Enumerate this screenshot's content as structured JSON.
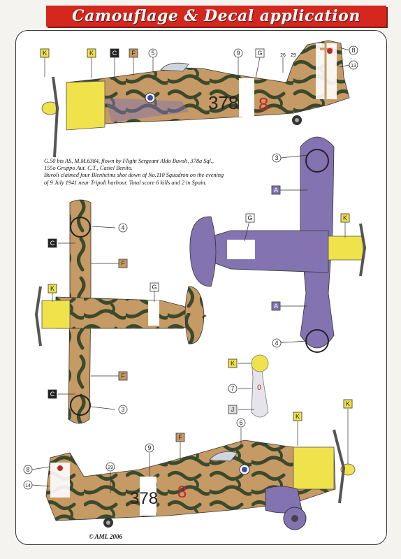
{
  "title": "Camouflage & Decal application",
  "caption": [
    "G.50 bis AS, M.M.6384, flown by Flight Sergeant Aldo Buvoli, 378a Sql.,",
    "155o Gruppo Aut. C.T., Castel Benito.",
    "Buvoli claimed four Blenheims shot down of No.110 Squadron on the evening",
    "of 9 July 1941 near Tripoli harbour. Total score 6 kills and 2 in Spain."
  ],
  "copyright": "© AML 2006",
  "markings": {
    "side_code_number": "378",
    "side_code_digit": "8",
    "nose_digit": "0"
  },
  "colors": {
    "banner": "#d4281f",
    "sand": "#c69a64",
    "mottle": "#3b4a2c",
    "yellow": "#efe24a",
    "violet": "#8373b0",
    "white_band": "#ffffff",
    "red_code": "#c0282a"
  },
  "callouts": [
    {
      "label": "K",
      "style": "yellow"
    },
    {
      "label": "K",
      "style": "yellow"
    },
    {
      "label": "C",
      "style": "black"
    },
    {
      "label": "F",
      "style": "sand"
    },
    {
      "label": "5",
      "style": "circle"
    },
    {
      "label": "9",
      "style": "circle"
    },
    {
      "label": "G",
      "style": "white"
    },
    {
      "label": "26",
      "style": "plain"
    },
    {
      "label": "29",
      "style": "plain"
    },
    {
      "label": "8",
      "style": "circle"
    },
    {
      "label": "13",
      "style": "circle"
    },
    {
      "label": "3",
      "style": "circle"
    },
    {
      "label": "4",
      "style": "circle"
    },
    {
      "label": "A",
      "style": "violet"
    },
    {
      "label": "C",
      "style": "black"
    },
    {
      "label": "F",
      "style": "sand"
    },
    {
      "label": "G",
      "style": "white"
    },
    {
      "label": "G",
      "style": "white"
    },
    {
      "label": "K",
      "style": "yellow"
    },
    {
      "label": "K",
      "style": "yellow"
    },
    {
      "label": "A",
      "style": "violet"
    },
    {
      "label": "F",
      "style": "sand"
    },
    {
      "label": "C",
      "style": "black"
    },
    {
      "label": "3",
      "style": "circle"
    },
    {
      "label": "4",
      "style": "circle"
    },
    {
      "label": "K",
      "style": "yellow"
    },
    {
      "label": "7",
      "style": "circle"
    },
    {
      "label": "J",
      "style": "grey"
    },
    {
      "label": "K",
      "style": "yellow"
    },
    {
      "label": "K",
      "style": "yellow"
    },
    {
      "label": "6",
      "style": "circle"
    },
    {
      "label": "F",
      "style": "sand"
    },
    {
      "label": "9",
      "style": "circle"
    },
    {
      "label": "8",
      "style": "circle"
    },
    {
      "label": "29",
      "style": "circle"
    },
    {
      "label": "14",
      "style": "circle"
    }
  ]
}
